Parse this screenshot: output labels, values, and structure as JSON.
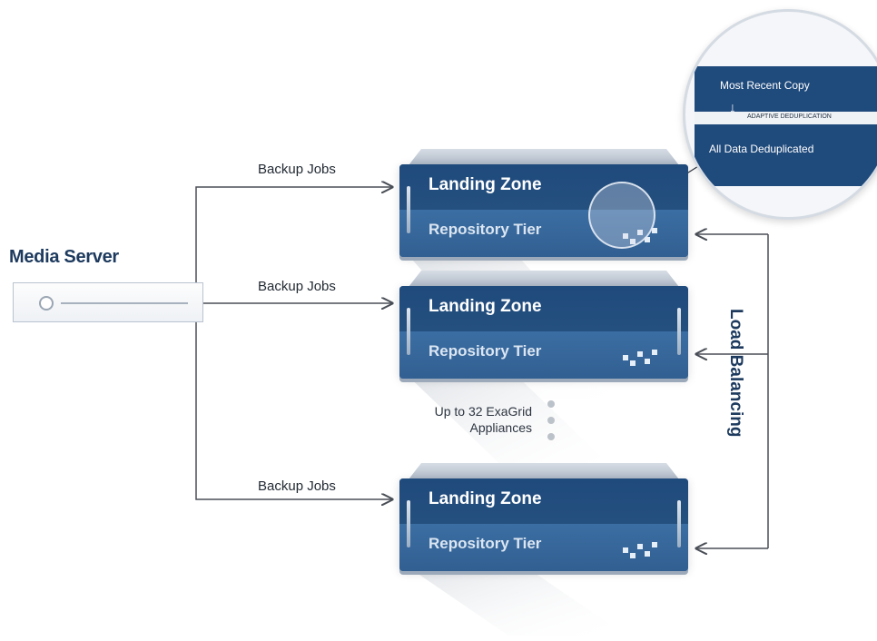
{
  "media_server": {
    "title": "Media Server"
  },
  "backup_jobs": [
    "Backup Jobs",
    "Backup Jobs",
    "Backup Jobs"
  ],
  "appliances": [
    {
      "landing_zone": "Landing Zone",
      "repository_tier": "Repository Tier"
    },
    {
      "landing_zone": "Landing Zone",
      "repository_tier": "Repository Tier"
    },
    {
      "landing_zone": "Landing Zone",
      "repository_tier": "Repository Tier"
    }
  ],
  "zoom": {
    "top": "Most Recent Copy",
    "band": "ADAPTIVE DEDUPLICATION",
    "bottom": "All Data Deduplicated"
  },
  "scale_note": {
    "line1": "Up to 32 ExaGrid",
    "line2": "Appliances"
  },
  "load_balancing": "Load Balancing",
  "colors": {
    "navy": "#1f4a7c",
    "steel_blue": "#3b6ea3",
    "title_text": "#1d3a5e",
    "connector": "#4a4f57"
  }
}
